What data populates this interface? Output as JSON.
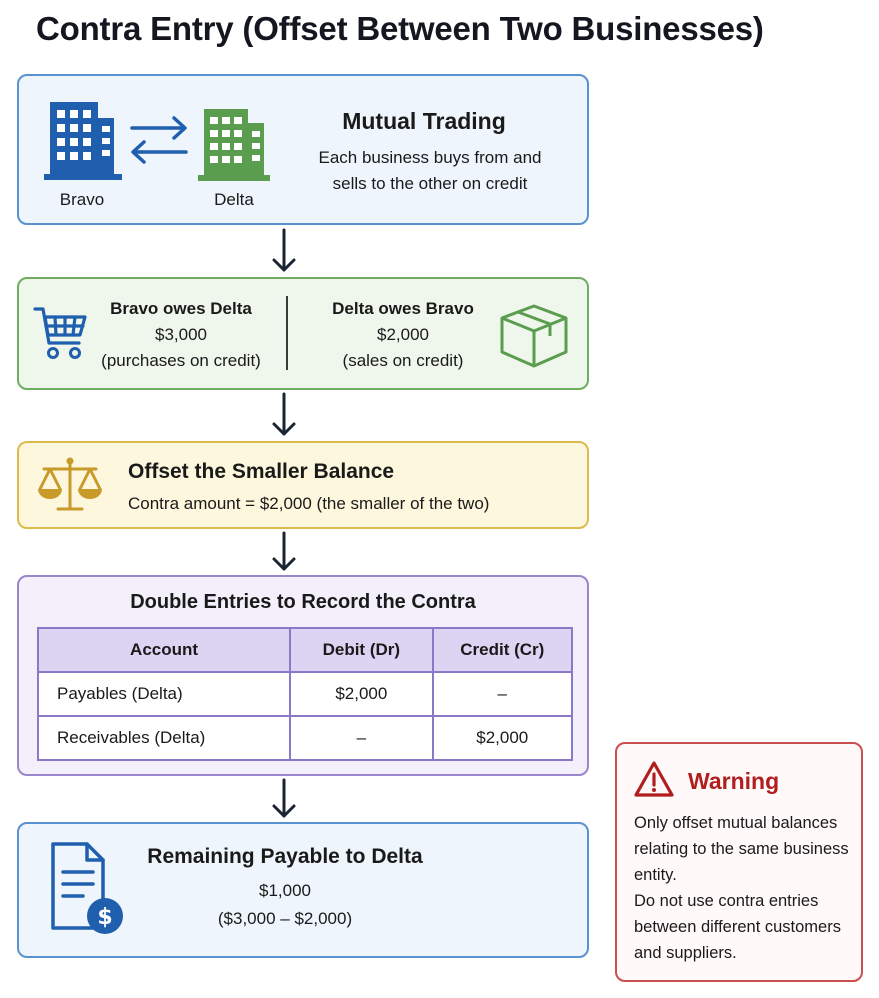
{
  "title": "Contra Entry (Offset Between Two Businesses)",
  "mutual_trading": {
    "business_a": "Bravo",
    "business_b": "Delta",
    "heading": "Mutual Trading",
    "desc_line1": "Each business buys from and",
    "desc_line2": "sells to the other on credit"
  },
  "balances": {
    "left": {
      "heading": "Bravo owes Delta",
      "amount": "$3,000",
      "note": "(purchases on credit)"
    },
    "right": {
      "heading": "Delta owes Bravo",
      "amount": "$2,000",
      "note": "(sales on credit)"
    }
  },
  "offset": {
    "heading": "Offset the Smaller Balance",
    "desc": "Contra amount = $2,000 (the smaller of the two)"
  },
  "double_entries": {
    "heading": "Double Entries to Record the Contra",
    "columns": [
      "Account",
      "Debit (Dr)",
      "Credit (Cr)"
    ],
    "rows": [
      [
        "Payables (Delta)",
        "$2,000",
        "–"
      ],
      [
        "Receivables (Delta)",
        "–",
        "$2,000"
      ]
    ]
  },
  "remaining": {
    "heading": "Remaining Payable to Delta",
    "amount": "$1,000",
    "calc": "($3,000 – $2,000)"
  },
  "warning": {
    "heading": "Warning",
    "lines": [
      "Only offset mutual balances",
      "relating to the same business",
      "entity.",
      "Do not use contra entries",
      "between different customers",
      "and suppliers."
    ]
  },
  "colors": {
    "blue": "#1f5fae",
    "green": "#5b9d4e",
    "gold": "#c89a2a",
    "purple": "#8c78c8",
    "red": "#b01e1e"
  }
}
